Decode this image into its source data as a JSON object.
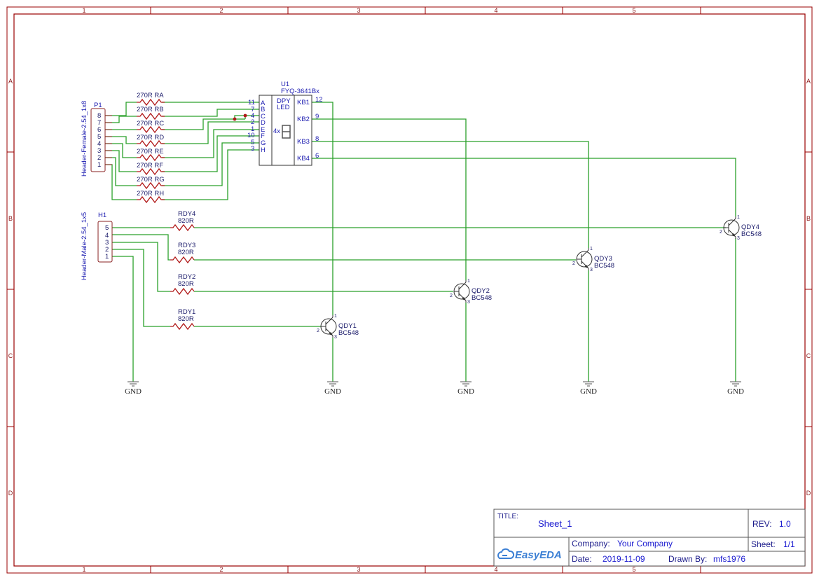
{
  "border": {
    "columns": [
      "1",
      "2",
      "3",
      "4",
      "5"
    ],
    "rows": [
      "A",
      "B",
      "C",
      "D"
    ]
  },
  "title_block": {
    "title_label": "TITLE:",
    "title_value": "Sheet_1",
    "rev_label": "REV:",
    "rev_value": "1.0",
    "company_label": "Company:",
    "company_value": "Your Company",
    "sheet_label": "Sheet:",
    "sheet_value": "1/1",
    "date_label": "Date:",
    "date_value": "2019-11-09",
    "drawn_label": "Drawn By:",
    "drawn_value": "mfs1976",
    "logo_text": "EasyEDA"
  },
  "p1": {
    "ref": "P1",
    "value": "Header-Female-2.54_1x8",
    "pins": [
      "8",
      "7",
      "6",
      "5",
      "4",
      "3",
      "2",
      "1"
    ]
  },
  "h1": {
    "ref": "H1",
    "value": "Header-Male-2.54_1x5",
    "pins": [
      "5",
      "4",
      "3",
      "2",
      "1"
    ]
  },
  "u1": {
    "ref": "U1",
    "value": "FYQ-3641Bx",
    "inner_top": "DPY",
    "inner_bottom": "LED",
    "inner_count": "4x",
    "left_pins": [
      {
        "num": "11",
        "name": "A"
      },
      {
        "num": "7",
        "name": "B"
      },
      {
        "num": "4",
        "name": "C"
      },
      {
        "num": "2",
        "name": "D"
      },
      {
        "num": "1",
        "name": "E"
      },
      {
        "num": "10",
        "name": "F"
      },
      {
        "num": "5",
        "name": "G"
      },
      {
        "num": "3",
        "name": "H"
      }
    ],
    "right_pins": [
      {
        "num": "12",
        "name": "KB1"
      },
      {
        "num": "9",
        "name": "KB2"
      },
      {
        "num": "8",
        "name": "KB3"
      },
      {
        "num": "6",
        "name": "KB4"
      }
    ]
  },
  "segment_resistors": [
    "270R RA",
    "270R RB",
    "270R RC",
    "270R RD",
    "270R RE",
    "270R RF",
    "270R RG",
    "270R RH"
  ],
  "digit_resistors": [
    {
      "ref": "RDY4",
      "value": "820R"
    },
    {
      "ref": "RDY3",
      "value": "820R"
    },
    {
      "ref": "RDY2",
      "value": "820R"
    },
    {
      "ref": "RDY1",
      "value": "820R"
    }
  ],
  "transistors": [
    {
      "ref": "QDY1",
      "value": "BC548",
      "pin_base": "2",
      "pin_collector": "1",
      "pin_emitter": "3"
    },
    {
      "ref": "QDY2",
      "value": "BC548",
      "pin_base": "2",
      "pin_collector": "1",
      "pin_emitter": "3"
    },
    {
      "ref": "QDY3",
      "value": "BC548",
      "pin_base": "2",
      "pin_collector": "1",
      "pin_emitter": "3"
    },
    {
      "ref": "QDY4",
      "value": "BC548",
      "pin_base": "2",
      "pin_collector": "1",
      "pin_emitter": "3"
    }
  ],
  "grounds": [
    "GND",
    "GND",
    "GND",
    "GND",
    "GND"
  ]
}
